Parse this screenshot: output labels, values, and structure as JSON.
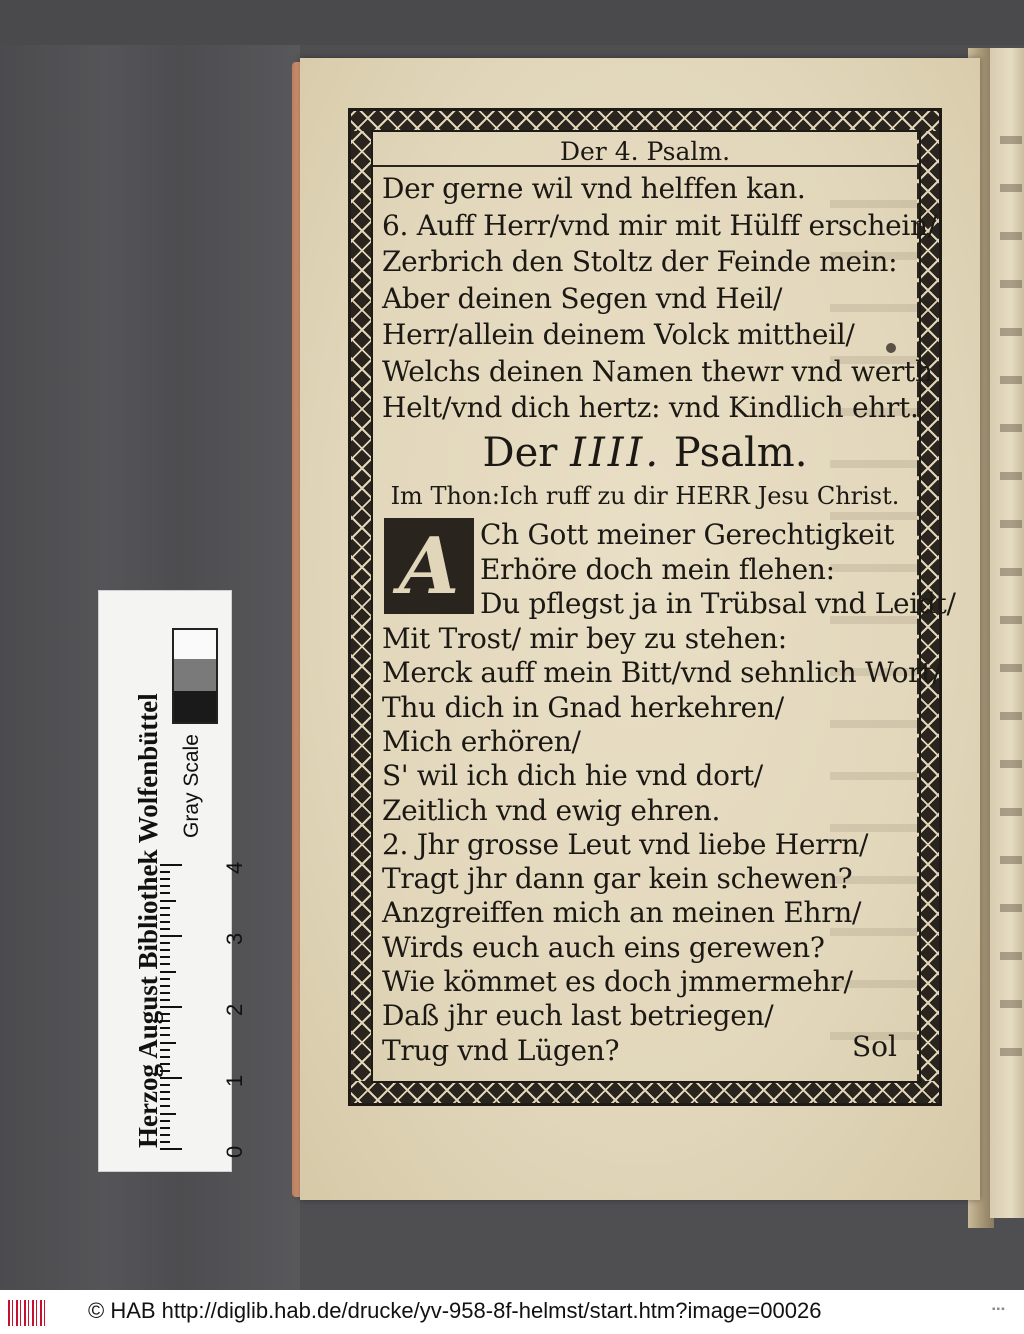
{
  "page": {
    "running_head": "Der 4. Psalm.",
    "lines_top": [
      "Der gerne wil vnd helffen kan.",
      "6.   Auff Herr/vnd mir mit Hülff erschein/",
      "Zerbrich den Stoltz der Feinde mein:",
      "Aber deinen Segen vnd Heil/",
      "Herr/allein deinem Volck mittheil/",
      "Welchs deinen Namen thewr vnd werth",
      "Helt/vnd dich hertz: vnd Kindlich ehrt."
    ],
    "title_prefix": "Der",
    "title_roman": "IIII.",
    "title_suffix": "Psalm.",
    "tune": "Im Thon:Ich ruff zu dir HERR Jesu Christ.",
    "initial_letter": "A",
    "lines_initial": [
      "Ch Gott meiner Gerechtigkeit",
      "Erhöre doch mein flehen:",
      "Du pflegst ja in Trübsal vnd Leidt/"
    ],
    "lines_body": [
      "Mit Trost/ mir bey zu stehen:",
      "Merck auff mein Bitt/vnd sehnlich Wort/",
      "Thu dich in Gnad herkehren/",
      "Mich erhören/",
      "S' wil ich dich hie vnd dort/",
      "Zeitlich vnd ewig ehren.",
      "2.   Jhr grosse Leut vnd liebe Herrn/",
      "Tragt jhr dann gar kein schewen?",
      "Anzgreiffen mich an meinen Ehrn/",
      "Wirds euch auch eins gerewen?",
      "Wie kömmet es doch jmmermehr/",
      "Daß jhr euch last betriegen/",
      "Trug vnd Lügen?"
    ],
    "catchword": "Sol"
  },
  "scale_card": {
    "institution": "Herzog August Bibliothek Wolfenbüttel",
    "gray_label": "Gray Scale",
    "ruler_numbers": [
      "0",
      "1",
      "2",
      "3",
      "4"
    ]
  },
  "footer": {
    "copyright": "© HAB http://diglib.hab.de/drucke/yv-958-8f-helmst/start.htm?image=00026",
    "logo_icon": "hab-barcode-logo-icon",
    "accent_color": "#c8102e"
  }
}
